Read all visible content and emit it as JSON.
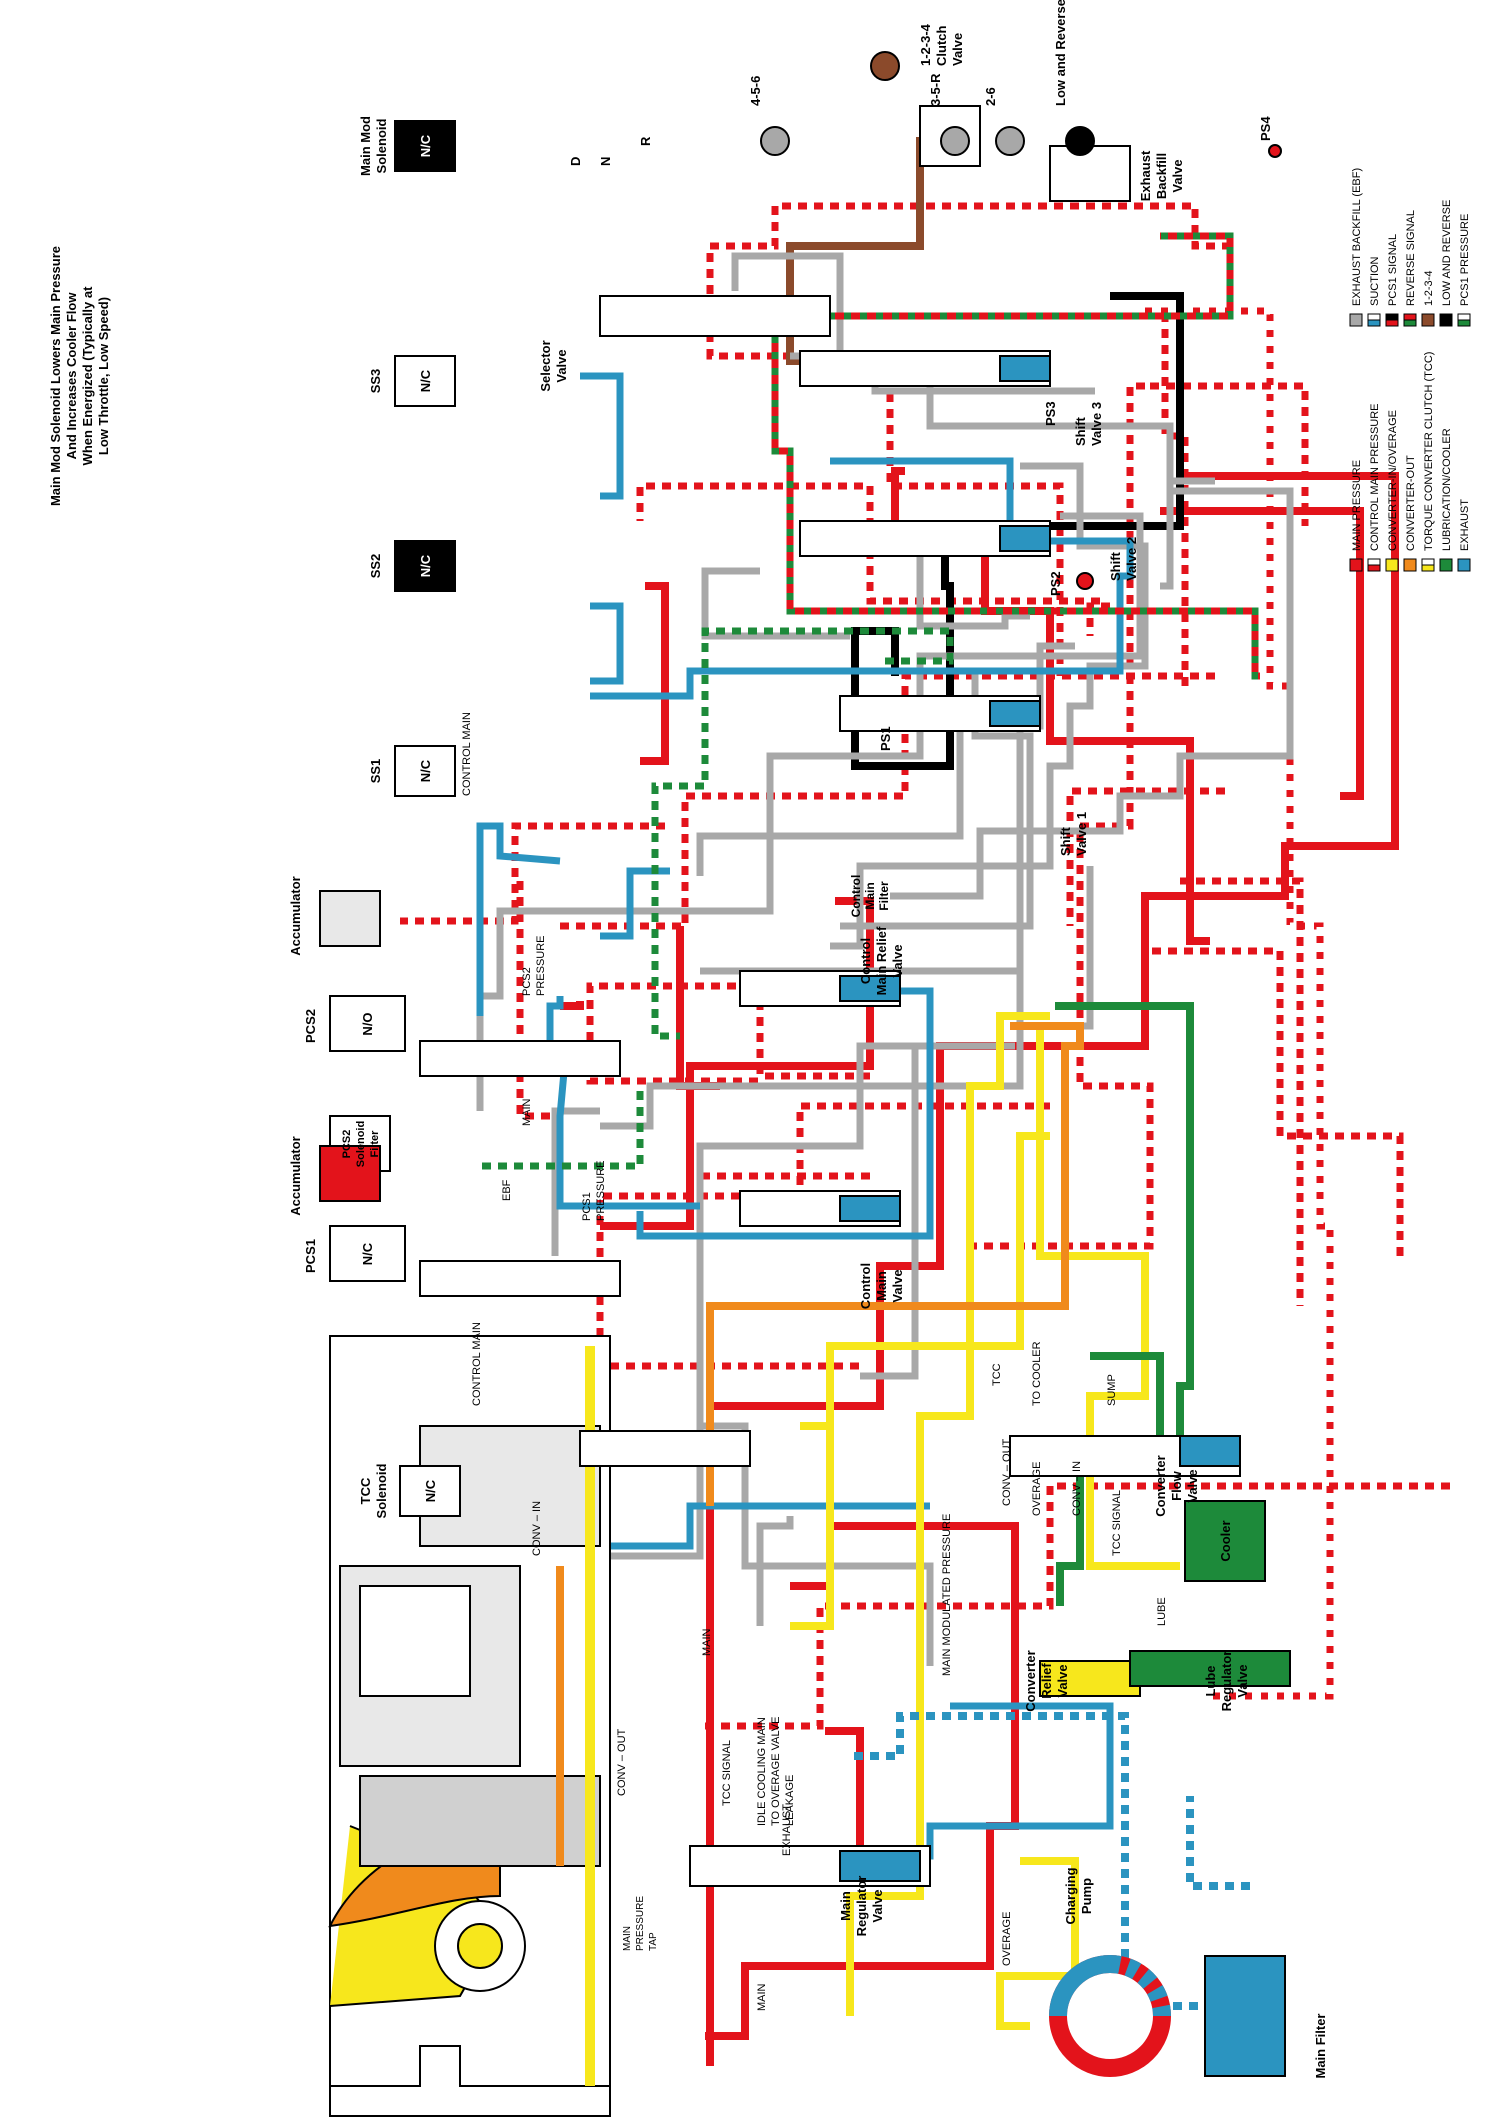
{
  "colors": {
    "main_pressure": "#e3131b",
    "control_main": "#e3131b",
    "converter_in": "#f7e71c",
    "converter_out": "#f08a1c",
    "tcc": "#f7e71c",
    "lube": "#1d8a3a",
    "exhaust": "#2b94c0",
    "ebf": "#a8a8a8",
    "pcs1": "#e3131b",
    "reverse": "#1d8a3a",
    "clutch_1234": "#8b4a2b",
    "low_reverse": "#000000",
    "pcs1_pressure": "#1d8a3a"
  },
  "title_note": [
    "Main Mod Solenoid Lowers Main Pressure",
    "And Increases Cooler Flow",
    "When Energized (Typically at",
    "Low Throttle, Low Speed)"
  ],
  "solenoids": {
    "main_mod": {
      "name_lines": [
        "Main Mod",
        "Solenoid"
      ],
      "state": "N/C"
    },
    "ss3": {
      "name": "SS3",
      "state": "N/C"
    },
    "ss2": {
      "name": "SS2",
      "state": "N/C"
    },
    "ss1": {
      "name": "SS1",
      "state": "N/C"
    },
    "pcs2": {
      "name": "PCS2",
      "state": "N/O"
    },
    "pcs1": {
      "name": "PCS1",
      "state": "N/C"
    },
    "tcc": {
      "name_lines": [
        "TCC",
        "Solenoid"
      ],
      "state": "N/C"
    }
  },
  "components": {
    "accumulator_top": "Accumulator",
    "accumulator_bottom": "Accumulator",
    "pcs2_filter": [
      "PCS2",
      "Solenoid",
      "Filter"
    ],
    "selector_valve": [
      "Selector",
      "Valve"
    ],
    "clutch_valve": [
      "1-2-3-4",
      "Clutch",
      "Valve"
    ],
    "shift_valve_1": [
      "Shift",
      "Valve 1"
    ],
    "shift_valve_2": [
      "Shift",
      "Valve 2"
    ],
    "shift_valve_3": [
      "Shift",
      "Valve 3"
    ],
    "exhaust_backfill_valve": [
      "Exhaust",
      "Backfill",
      "Valve"
    ],
    "control_main_filter": [
      "Control",
      "Main",
      "Filter"
    ],
    "control_main_relief": [
      "Control",
      "Main Relief",
      "Valve"
    ],
    "control_main_valve": [
      "Control",
      "Main",
      "Valve"
    ],
    "converter_flow_valve": [
      "Converter",
      "Flow",
      "Valve"
    ],
    "converter_relief_valve": [
      "Converter",
      "Relief",
      "Valve"
    ],
    "lube_regulator_valve": [
      "Lube",
      "Regulator",
      "Valve"
    ],
    "main_regulator_valve": [
      "Main",
      "Regulator",
      "Valve"
    ],
    "charging_pump": [
      "Charging",
      "Pump"
    ],
    "main_filter": "Main Filter",
    "cooler": "Cooler",
    "sump": "SUMP"
  },
  "pressure_switches": [
    "PS1",
    "PS2",
    "PS3",
    "PS4"
  ],
  "shift_positions": {
    "D": "D",
    "N": "N",
    "R": "R"
  },
  "clutches": [
    "4-5-6",
    "3-5-R",
    "2-6",
    "Low and Reverse"
  ],
  "line_labels": {
    "control_main_1": "CONTROL MAIN",
    "control_main_2": "CONTROL MAIN",
    "pcs2_pressure": [
      "PCS2",
      "PRESSURE"
    ],
    "pcs1_pressure": [
      "PCS1",
      "PRESSURE"
    ],
    "main_1": "MAIN",
    "main_2": "MAIN",
    "main_3": "MAIN",
    "ebf": "EBF",
    "tcc": "TCC",
    "to_cooler": "TO COOLER",
    "conv_out_1": "CONV – OUT",
    "conv_out_2": "CONV – OUT",
    "conv_in_1": "CONV – IN",
    "conv_in_2": "CONV – IN",
    "overage_1": "OVERAGE",
    "overage_2": "OVERAGE",
    "tcc_signal_1": "TCC SIGNAL",
    "tcc_signal_2": "TCC SIGNAL",
    "lube": "LUBE",
    "main_mod_pressure": "MAIN MODULATED PRESSURE",
    "idle_cooling": [
      "IDLE COOLING MAIN",
      "TO OVERAGE VALVE",
      "LEAKAGE"
    ],
    "exhaust": "EXHAUST",
    "main_pressure_tap": [
      "MAIN",
      "PRESSURE",
      "TAP"
    ]
  },
  "legend_left": [
    {
      "label": "MAIN PRESSURE",
      "fill": "#e3131b",
      "pattern": "solid"
    },
    {
      "label": "CONTROL MAIN PRESSURE",
      "fill": "#e3131b",
      "pattern": "stripe"
    },
    {
      "label": "CONVERTER-IN/OVERAGE",
      "fill": "#f7e71c",
      "pattern": "solid"
    },
    {
      "label": "CONVERTER-OUT",
      "fill": "#f08a1c",
      "pattern": "solid"
    },
    {
      "label": "TORQUE CONVERTER CLUTCH (TCC)",
      "fill": "#f7e71c",
      "pattern": "stripe"
    },
    {
      "label": "LUBRICATION/COOLER",
      "fill": "#1d8a3a",
      "pattern": "solid"
    },
    {
      "label": "EXHAUST",
      "fill": "#2b94c0",
      "pattern": "solid"
    }
  ],
  "legend_right": [
    {
      "label": "EXHAUST BACKFILL (EBF)",
      "fill": "#a8a8a8",
      "pattern": "solid"
    },
    {
      "label": "SUCTION",
      "fill": "#2b94c0",
      "pattern": "stripe"
    },
    {
      "label": "PCS1 SIGNAL",
      "fill": "#e3131b",
      "pattern": "halfblack"
    },
    {
      "label": "REVERSE SIGNAL",
      "fill": "#1d8a3a",
      "pattern": "halfred"
    },
    {
      "label": "1-2-3-4",
      "fill": "#8b4a2b",
      "pattern": "solid"
    },
    {
      "label": "LOW AND REVERSE",
      "fill": "#000000",
      "pattern": "solid"
    },
    {
      "label": "PCS1 PRESSURE",
      "fill": "#1d8a3a",
      "pattern": "stripe"
    }
  ]
}
